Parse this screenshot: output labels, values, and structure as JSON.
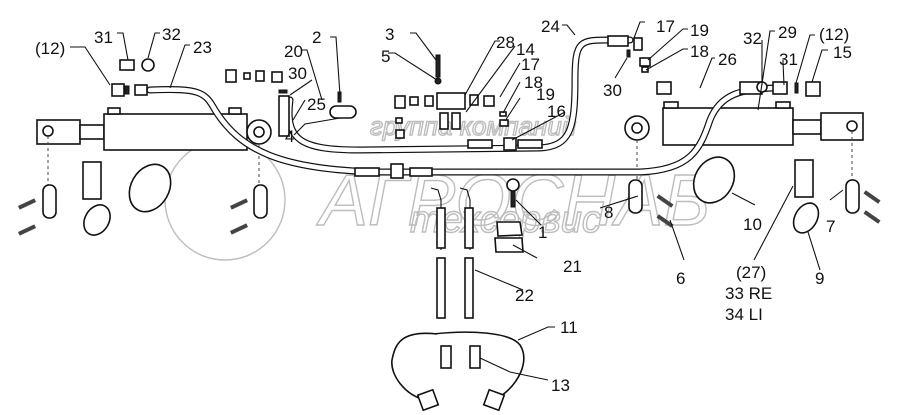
{
  "diagram": {
    "title": "Hydraulic cylinder and hose assembly (exploded parts view)",
    "watermark": {
      "line1": "группа компаний",
      "line2": "АГРОСНАБ",
      "line3": "техсервис"
    },
    "callouts": [
      {
        "id": "c31",
        "text": "31"
      },
      {
        "id": "c32",
        "text": "32"
      },
      {
        "id": "c12l",
        "text": "(12)"
      },
      {
        "id": "c23",
        "text": "23"
      },
      {
        "id": "c20",
        "text": "20"
      },
      {
        "id": "c2",
        "text": "2"
      },
      {
        "id": "c30l",
        "text": "30"
      },
      {
        "id": "c25",
        "text": "25"
      },
      {
        "id": "c4",
        "text": "4"
      },
      {
        "id": "c3",
        "text": "3"
      },
      {
        "id": "c5",
        "text": "5"
      },
      {
        "id": "c28",
        "text": "28"
      },
      {
        "id": "c14",
        "text": "14"
      },
      {
        "id": "c17l",
        "text": "17"
      },
      {
        "id": "c18l",
        "text": "18"
      },
      {
        "id": "c19l",
        "text": "19"
      },
      {
        "id": "c16",
        "text": "16"
      },
      {
        "id": "c24",
        "text": "24"
      },
      {
        "id": "c17r",
        "text": "17"
      },
      {
        "id": "c19r",
        "text": "19"
      },
      {
        "id": "c18r",
        "text": "18"
      },
      {
        "id": "c30r",
        "text": "30"
      },
      {
        "id": "c26",
        "text": "26"
      },
      {
        "id": "c32r",
        "text": "32"
      },
      {
        "id": "c29",
        "text": "29"
      },
      {
        "id": "c12r",
        "text": "(12)"
      },
      {
        "id": "c31r",
        "text": "31"
      },
      {
        "id": "c15",
        "text": "15"
      },
      {
        "id": "c1",
        "text": "1"
      },
      {
        "id": "c8",
        "text": "8"
      },
      {
        "id": "c21",
        "text": "21"
      },
      {
        "id": "c22",
        "text": "22"
      },
      {
        "id": "c6",
        "text": "6"
      },
      {
        "id": "c10",
        "text": "10"
      },
      {
        "id": "c7",
        "text": "7"
      },
      {
        "id": "c9",
        "text": "9"
      },
      {
        "id": "c27",
        "text": "(27)"
      },
      {
        "id": "c33",
        "text": "33 RE"
      },
      {
        "id": "c34",
        "text": "34 LI"
      },
      {
        "id": "c11",
        "text": "11"
      },
      {
        "id": "c13",
        "text": "13"
      }
    ]
  }
}
